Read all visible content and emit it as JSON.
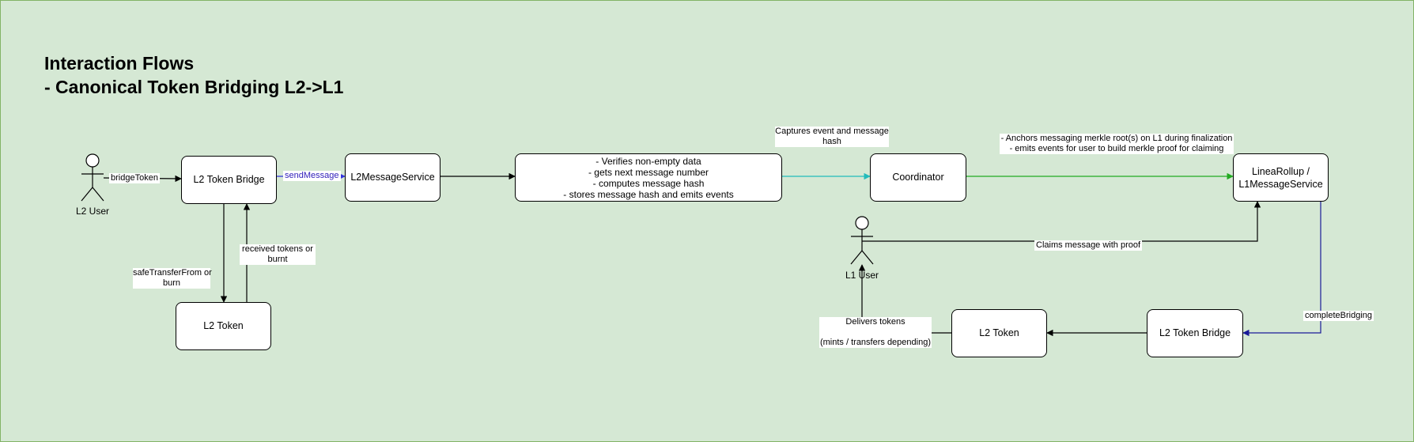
{
  "title": {
    "line1": "Interaction Flows",
    "line2": "- Canonical Token Bridging L2->L1"
  },
  "actors": {
    "l2_user": "L2 User",
    "l1_user": "L1 User"
  },
  "boxes": {
    "l2_token_bridge": "L2 Token Bridge",
    "l2_token_left": "L2 Token",
    "l2_message_service": "L2MessageService",
    "message_service_steps": [
      "- Verifies non-empty data",
      "- gets next message number",
      "- computes message hash",
      "- stores message hash and emits events"
    ],
    "coordinator": "Coordinator",
    "linea_rollup": [
      "LineaRollup /",
      "L1MessageService"
    ],
    "l2_token_bridge_right": "L2 Token Bridge",
    "l2_token_right": "L2 Token"
  },
  "edge_labels": {
    "bridge_token": "bridgeToken",
    "send_message": "sendMessage",
    "safe_transfer": [
      "safeTransferFrom or",
      "burn"
    ],
    "received_tokens": [
      "received tokens or",
      "burnt"
    ],
    "captures_event": [
      "Captures event and message",
      "hash"
    ],
    "anchors": [
      "- Anchors messaging merkle root(s) on L1 during finalization",
      "- emits events for user to build merkle proof for claiming"
    ],
    "claims_message": "Claims message with proof",
    "complete_bridging": "completeBridging",
    "delivers_tokens": [
      "Delivers tokens",
      "",
      "(mints / transfers depending)"
    ]
  },
  "colors": {
    "background": "#d5e8d4",
    "border": "#82b366",
    "cyan_edge": "#22bbbb",
    "green_edge": "#22aa22",
    "navy_edge": "#1a1a99",
    "blue_edge": "#3333dd"
  }
}
